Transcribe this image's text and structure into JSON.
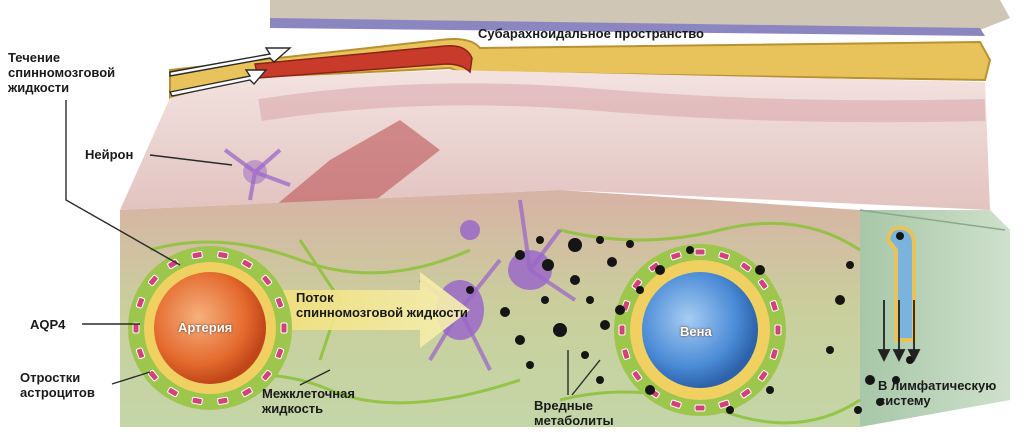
{
  "labels": {
    "subarachnoid": "Субарахноидальное пространство",
    "csf_flow": "Течение\nспинномозговой\nжидкости",
    "neuron": "Нейрон",
    "aqp4": "AQP4",
    "astrocyte": "Отростки\nастроцитов",
    "artery": "Артерия",
    "csf_stream": "Поток\nспинномозговой жидкости",
    "interstitial": "Межклеточная\nжидкость",
    "metabolites": "Вредные\nметаболиты",
    "vein": "Вена",
    "lymph": "В лимфатическую\nсистему"
  },
  "colors": {
    "csf_channel": "#e8c25a",
    "artery": "#e0602a",
    "vein": "#3b7fd0",
    "aqp4_channel": "#d4407a",
    "astrocyte_endfeet": "#8fc23e",
    "neuron": "#9a68c8",
    "tissue_top": "#e8c8c4",
    "tissue_section": "#c9d8a6"
  }
}
